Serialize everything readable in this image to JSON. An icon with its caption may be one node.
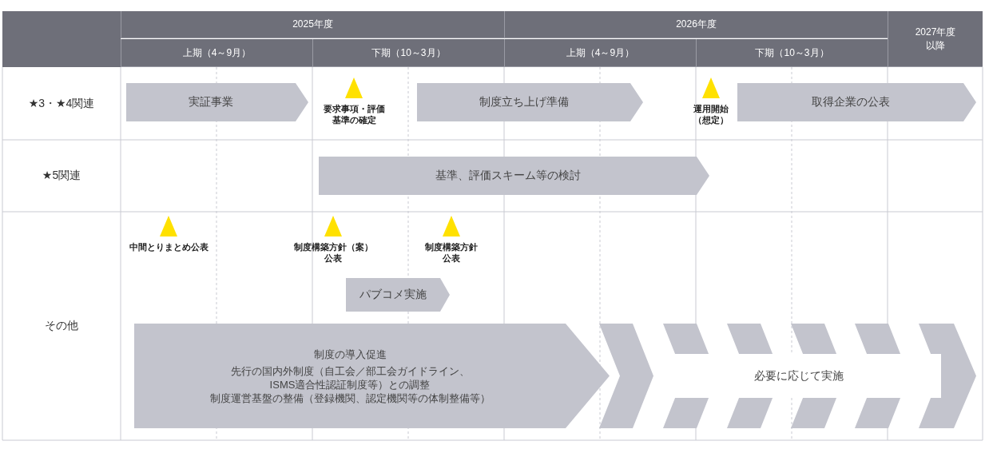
{
  "diagram": {
    "nodes": [
      {
        "text": [
          "実証事業"
        ]
      },
      {
        "text": [
          "要求事項・評価基準の確定"
        ]
      },
      {
        "text": [
          "制度立ち上げ準備"
        ]
      },
      {
        "text": [
          "運用開始（想定）"
        ]
      },
      {
        "text": [
          "取得企業の公表"
        ]
      },
      {
        "text": [
          "基準、評価スキーム等の検討"
        ]
      },
      {
        "text": [
          "中間とりまとめ公表"
        ]
      },
      {
        "text": [
          "制度構築方針（案）公表"
        ]
      },
      {
        "text": [
          "制度構築方針公表"
        ]
      },
      {
        "text": [
          "パブコメ実施"
        ]
      },
      {
        "text": [
          "制度の導入促進",
          "先行の国内外制度（自工会／部工会ガイドライン、ISMS適合性認証制度等）との調整",
          "制度運営基盤の整備（登録機関、認定機関等の体制整備等）"
        ]
      },
      {
        "text": [
          "必要に応じて実施"
        ]
      }
    ],
    "labels": [
      "2025年度",
      "2026年度",
      "2027年度以降",
      "上期（4～9月）",
      "下期（10～3月）",
      "上期（4～9月）",
      "下期（10～3月）",
      "★3・★4関連",
      "★5関連",
      "その他"
    ]
  }
}
